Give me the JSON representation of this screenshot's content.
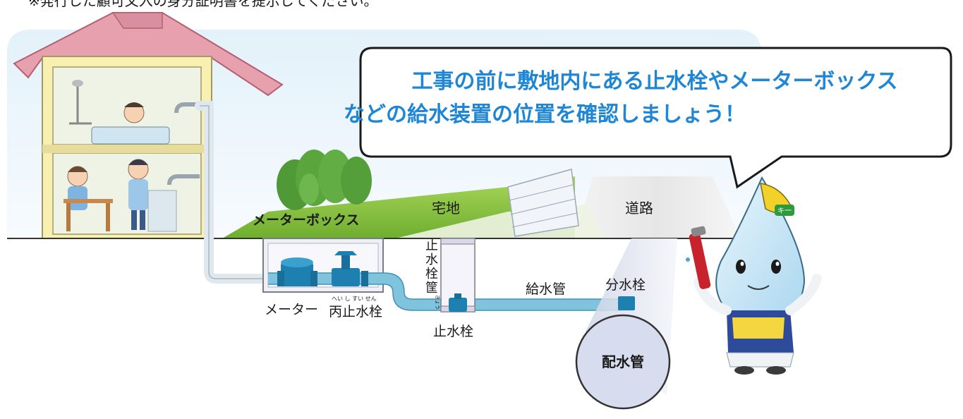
{
  "top_text": "※発行した顧可文入の身分証明書を提示してください。",
  "speech_bubble": {
    "line1": "工事の前に敷地内にある止水栓やメーターボックス",
    "line2": "などの給水装置の位置を確認しましょう！"
  },
  "labels": {
    "meter_box": "メーターボックス",
    "residential_land": "宅地",
    "road": "道路",
    "stop_valve_box": "止水栓筐",
    "stop_valve_box_ruby": "きょう",
    "meter": "メーター",
    "hei_stop_valve": "丙止水栓",
    "hei_stop_valve_ruby": "へい し すい せん",
    "stop_valve": "止水栓",
    "service_pipe": "給水管",
    "branch_valve": "分水栓",
    "distribution_main": "配水管"
  },
  "mascot": {
    "helmet_text": "キ一"
  },
  "colors": {
    "pipe": "#7fc3dc",
    "pipe_dark": "#1e7fa8",
    "valve": "#1e80b0",
    "bubble_text": "#1f86d6",
    "house_wall": "#f7f0b0",
    "roof": "#e8a0ac",
    "sky": "#eaf5fb",
    "grass": "#8cc63f",
    "main_pipe_fill": "#d8dcef"
  }
}
